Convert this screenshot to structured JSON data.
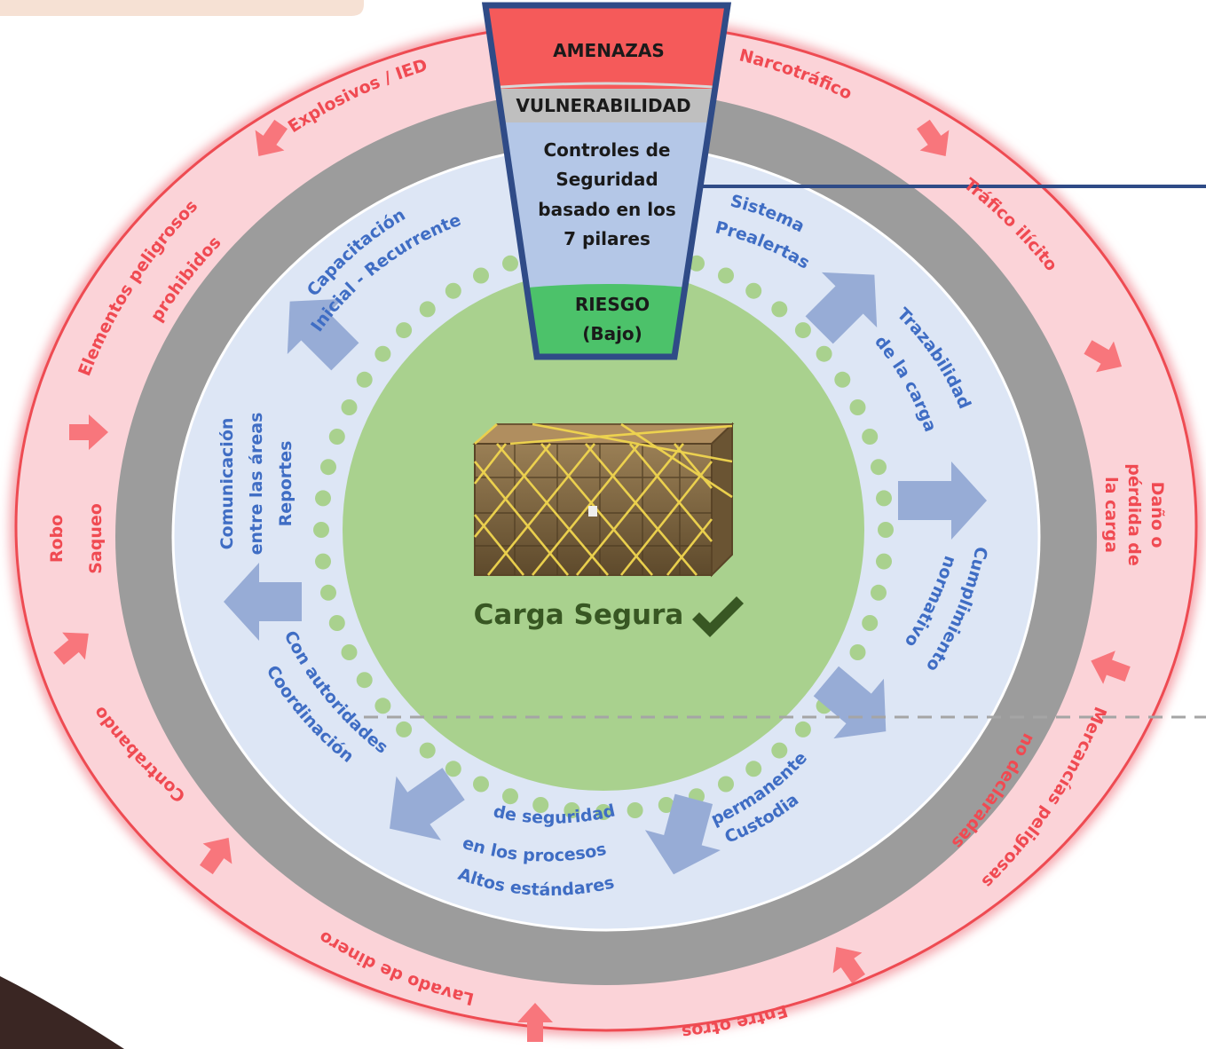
{
  "center": {
    "label": "Carga Segura",
    "check_icon": "check-icon"
  },
  "funnel": {
    "amenazas": "AMENAZAS",
    "vulnerabilidad": "VULNERABILIDAD",
    "controles": [
      "Controles de",
      "Seguridad",
      "basado en los",
      "7 pilares"
    ],
    "riesgo": [
      "RIESGO",
      "(Bajo)"
    ]
  },
  "threats": {
    "explosivos": "Explosivos / IED",
    "narcotrafico": "Narcotráfico",
    "trafico": "Tráfico ilícito",
    "elementos": [
      "Elementos peligrosos",
      "prohibidos"
    ],
    "robo": [
      "Robo",
      "Saqueo"
    ],
    "dano": [
      "Daño o",
      "pérdida de",
      "la carga"
    ],
    "contrabando": "Contrabando",
    "lavado": "Lavado de dinero",
    "entre_otros": "Entre otros",
    "mercancias": [
      "Mercancías peligrosas",
      "no declaradas"
    ]
  },
  "pillars": {
    "capacitacion": [
      "Capacitación",
      "Inicial - Recurrente"
    ],
    "sistema": [
      "Sistema",
      "Prealertas"
    ],
    "trazabilidad": [
      "Trazabilidad",
      "de la carga"
    ],
    "comunicacion": [
      "Comunicación",
      "entre las áreas",
      "Reportes"
    ],
    "cumplimiento": [
      "Cumplimiento",
      "normativo"
    ],
    "coordinacion": [
      "Coordinación",
      "Con autoridades"
    ],
    "altos": [
      "Altos estándares",
      "en los procesos",
      "de seguridad"
    ],
    "custodia": [
      "Custodia",
      "permanente"
    ]
  },
  "colors": {
    "threat_ring": "#fbd3d8",
    "threat_border": "#ee4b52",
    "gray_ring": "#9c9c9c",
    "pillar_ring": "#dde6f5",
    "center": "#a9d18e",
    "funnel_border": "#2f4b87",
    "amenazas_fill": "#f55a5a",
    "vulnerabilidad_fill": "#bfbfbf",
    "controles_fill": "#b4c7e7",
    "riesgo_fill": "#4cc26a",
    "threat_text": "#f04a52",
    "pillar_text": "#3f6dc4",
    "center_text": "#385723"
  }
}
